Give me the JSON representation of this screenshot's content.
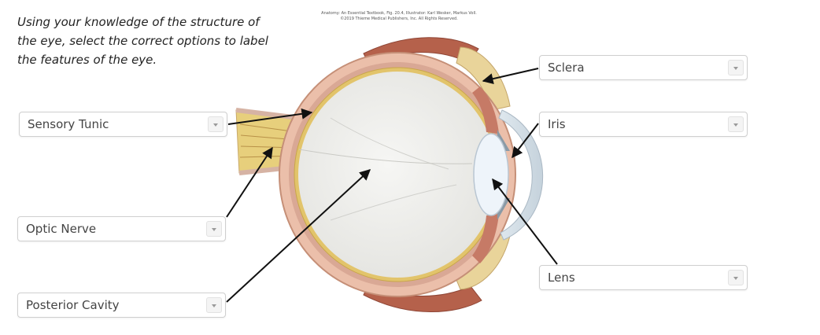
{
  "instructions": "Using your knowledge of the structure of the eye, select the correct options to label the features of the eye.",
  "credit": {
    "line1": "Anatomy: An Essential Textbook, Fig. 20.4, Illustrator: Karl Wesker, Markus Voll.",
    "line2": "©2019 Thieme Medical Publishers, Inc. All Rights Reserved."
  },
  "labels": {
    "sensory_tunic": "Sensory Tunic",
    "optic_nerve": "Optic Nerve",
    "posterior_cavity": "Posterior Cavity",
    "sclera": "Sclera",
    "iris": "Iris",
    "lens": "Lens"
  },
  "icons": {
    "dropdown_arrow": "chevron-down-icon"
  }
}
